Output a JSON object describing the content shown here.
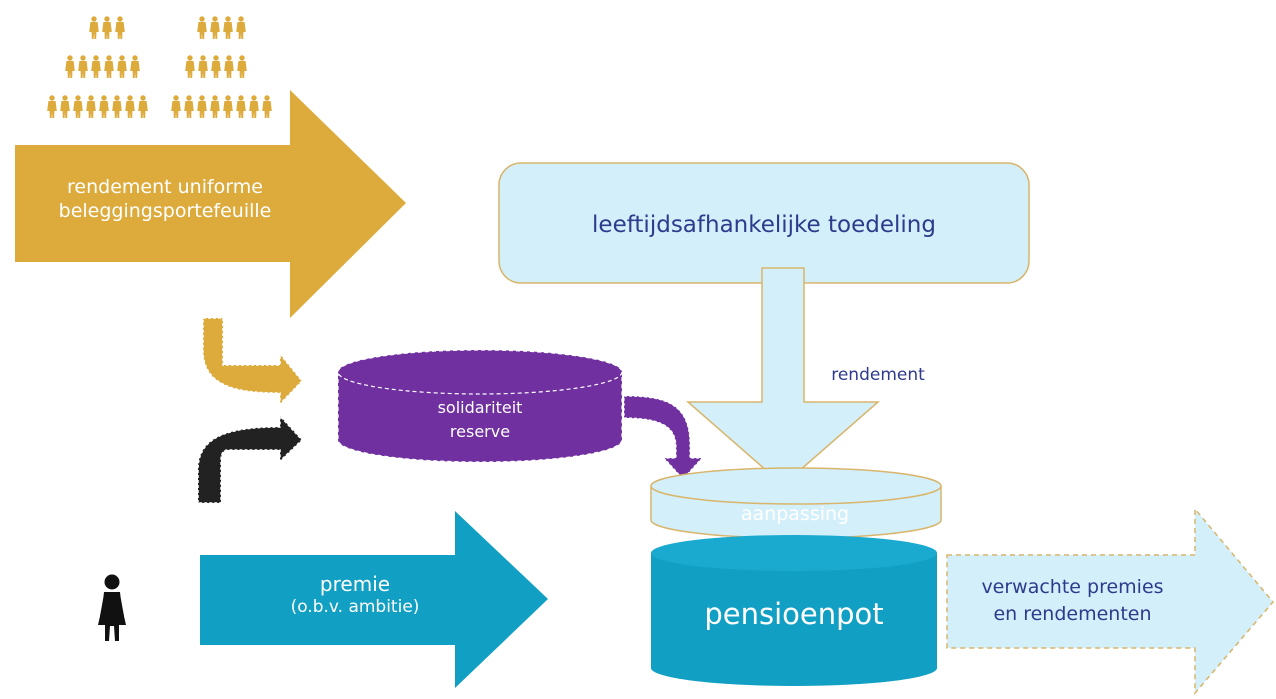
{
  "colors": {
    "gold": "#DDAA3C",
    "teal": "#119FC4",
    "purple": "#7030A0",
    "lightblue": "#D3EFFA",
    "black": "#222222",
    "border_gold": "#D9B56B",
    "text_navy": "#2E3A8C"
  },
  "icons": {
    "group1": "people-group-icon",
    "group2": "people-group-icon",
    "person": "woman-icon"
  },
  "labels": {
    "returns_line1": "rendement uniforme",
    "returns_line2": "beleggingsportefeuille",
    "allocation": "leeftijdsafhankelijke toedeling",
    "return_small": "rendement",
    "reserve_line1": "solidariteit",
    "reserve_line2": "reserve",
    "adjustment": "aanpassing",
    "premium_line1": "premie",
    "premium_line2": "(o.b.v. ambitie)",
    "pot": "pensioenpot",
    "expected_line1": "verwachte premies",
    "expected_line2": "en rendementen"
  }
}
